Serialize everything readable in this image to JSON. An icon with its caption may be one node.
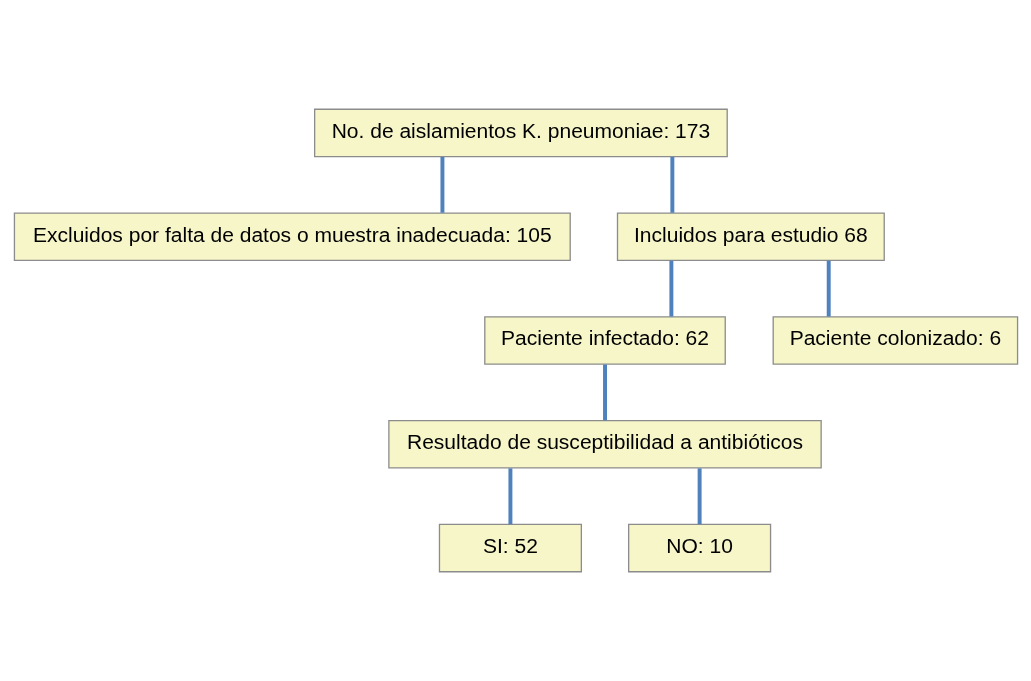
{
  "diagram": {
    "nodes": [
      {
        "text": [
          "No. de aislamientos K. pneumoniae: 173"
        ]
      },
      {
        "text": [
          "Excluidos por falta de datos o muestra inadecuada: 105"
        ]
      },
      {
        "text": [
          "Incluidos para estudio 68"
        ]
      },
      {
        "text": [
          "Paciente infectado: 62"
        ]
      },
      {
        "text": [
          "Paciente colonizado: 6"
        ]
      },
      {
        "text": [
          "Resultado de susceptibilidad a antibióticos"
        ]
      },
      {
        "text": [
          "SI: 52"
        ]
      },
      {
        "text": [
          "NO: 10"
        ]
      }
    ],
    "edges": [
      {
        "from": 0,
        "to": 1,
        "arrow": "none"
      },
      {
        "from": 0,
        "to": 2,
        "arrow": "none"
      },
      {
        "from": 2,
        "to": 3,
        "arrow": "none"
      },
      {
        "from": 2,
        "to": 4,
        "arrow": "none"
      },
      {
        "from": 3,
        "to": 5,
        "arrow": "none"
      },
      {
        "from": 5,
        "to": 6,
        "arrow": "none"
      },
      {
        "from": 5,
        "to": 7,
        "arrow": "none"
      }
    ]
  }
}
